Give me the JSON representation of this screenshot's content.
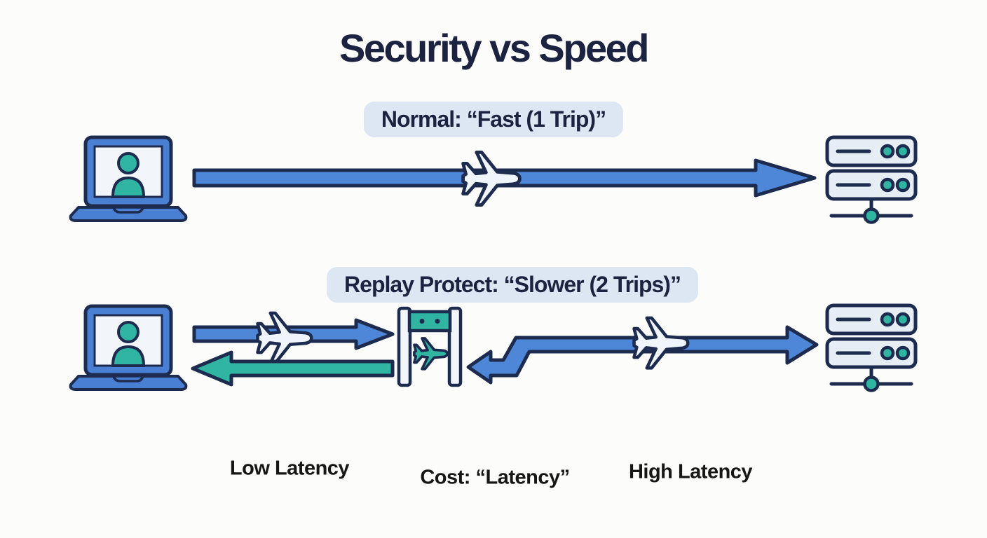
{
  "title": "Security vs Speed",
  "scenarios": [
    {
      "label": "Normal: “Fast (1 Trip)”"
    },
    {
      "label": "Replay Protect: “Slower (2 Trips)”"
    }
  ],
  "bottom_labels": {
    "low": "Low Latency",
    "cost": "Cost: “Latency”",
    "high": "High Latency"
  },
  "icons": {
    "client": "laptop-user-icon",
    "server": "server-stack-icon",
    "request": "airplane-icon",
    "checkpoint": "security-gate-icon"
  },
  "colors": {
    "bg": "#fcfcfb",
    "navy": "#1d2b4f",
    "blue": "#4e87d7",
    "teal": "#2fb5a2",
    "laptop": "#4a80d4",
    "screen": "#f2f6fb",
    "panel": "#e7edf5",
    "plane": "#f0f5fc",
    "pill": "#dde7f3",
    "title": "#1c2340",
    "text": "#161616"
  }
}
